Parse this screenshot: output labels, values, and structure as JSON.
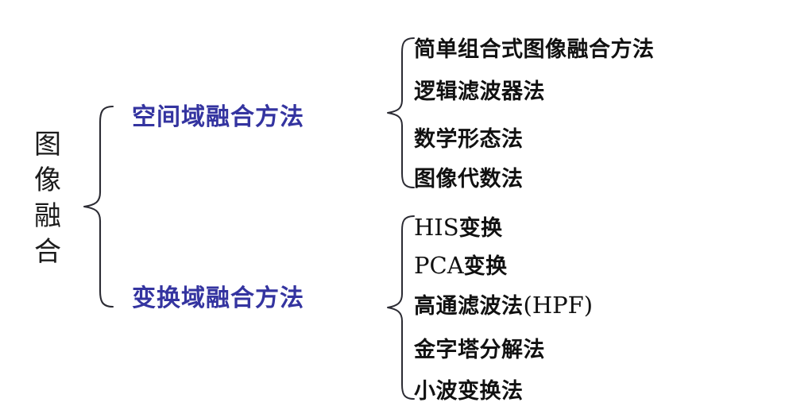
{
  "diagram": {
    "type": "tree-brace-diagram",
    "title_text": "图像融合",
    "background_color": "#ffffff",
    "root": {
      "label": "图像融合",
      "chars": [
        "图",
        "像",
        "融",
        "合"
      ],
      "color": "#1b1b1b",
      "orientation": "vertical"
    },
    "accent_color": "#3434a0",
    "leaf_color": "#111111",
    "brace_color": "#2b2b33",
    "branches": [
      {
        "label": "空间域融合方法",
        "leaves": [
          {
            "text": "简单组合式图像融合方法",
            "latin": ""
          },
          {
            "text": "逻辑滤波器法",
            "latin": ""
          },
          {
            "text": "数学形态法",
            "latin": ""
          },
          {
            "text": "图像代数法",
            "latin": ""
          }
        ]
      },
      {
        "label": "变换域融合方法",
        "leaves": [
          {
            "text": "变换",
            "latin": "HIS",
            "latin_position": "before"
          },
          {
            "text": "变换",
            "latin": "PCA",
            "latin_position": "before"
          },
          {
            "text": "高通滤波法",
            "latin": "(HPF)",
            "latin_position": "after"
          },
          {
            "text": "金字塔分解法",
            "latin": ""
          },
          {
            "text": "小波变换法",
            "latin": ""
          }
        ]
      }
    ]
  }
}
